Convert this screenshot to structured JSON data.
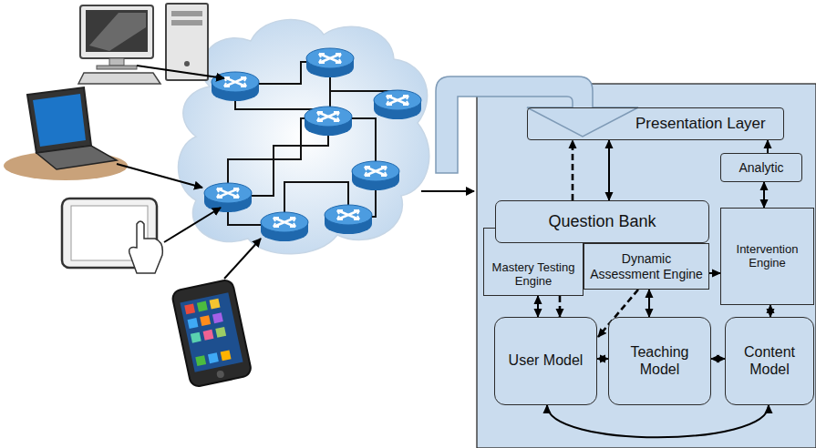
{
  "diagram": {
    "nodes": [
      {
        "text": [
          "Presentation Layer"
        ]
      },
      {
        "text": [
          "Analytic"
        ]
      },
      {
        "text": [
          "Question Bank"
        ]
      },
      {
        "text": [
          "Mastery Testing Engine"
        ]
      },
      {
        "text": [
          "Dynamic Assessment Engine"
        ]
      },
      {
        "text": [
          "Intervention Engine"
        ]
      },
      {
        "text": [
          "User Model"
        ]
      },
      {
        "text": [
          "Teaching Model"
        ]
      },
      {
        "text": [
          "Content Model"
        ]
      }
    ],
    "edges": [
      {
        "from": 2,
        "to": 0,
        "arrow": "both"
      },
      {
        "from": 2,
        "to": 0,
        "arrow": "to"
      },
      {
        "from": 1,
        "to": 0,
        "arrow": "to"
      },
      {
        "from": 1,
        "to": 5,
        "arrow": "both"
      },
      {
        "from": 4,
        "to": 5,
        "arrow": "to"
      },
      {
        "from": 3,
        "to": 6,
        "arrow": "both"
      },
      {
        "from": 3,
        "to": 6,
        "arrow": "to"
      },
      {
        "from": 7,
        "to": 4,
        "arrow": "both"
      },
      {
        "from": 4,
        "to": 6,
        "arrow": "to"
      },
      {
        "from": 6,
        "to": 7,
        "arrow": "both"
      },
      {
        "from": 7,
        "to": 8,
        "arrow": "both"
      },
      {
        "from": 5,
        "to": 8,
        "arrow": "both"
      },
      {
        "from": 6,
        "to": 8,
        "arrow": "both"
      }
    ]
  }
}
